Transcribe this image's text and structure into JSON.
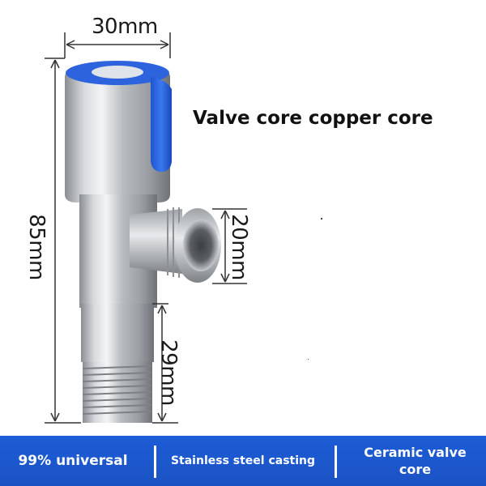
{
  "dimensions": {
    "width_label": "30mm",
    "height_label": "85mm",
    "outlet_label": "20mm",
    "thread_label": "29mm"
  },
  "headline": "Valve core copper core",
  "banner": {
    "item1": "99% universal",
    "item2": "Stainless steel casting",
    "item3": "Ceramic valve core"
  },
  "colors": {
    "handle": "#2f6be8",
    "banner": "#1d5cd6",
    "steel": "#c9ccd0"
  }
}
